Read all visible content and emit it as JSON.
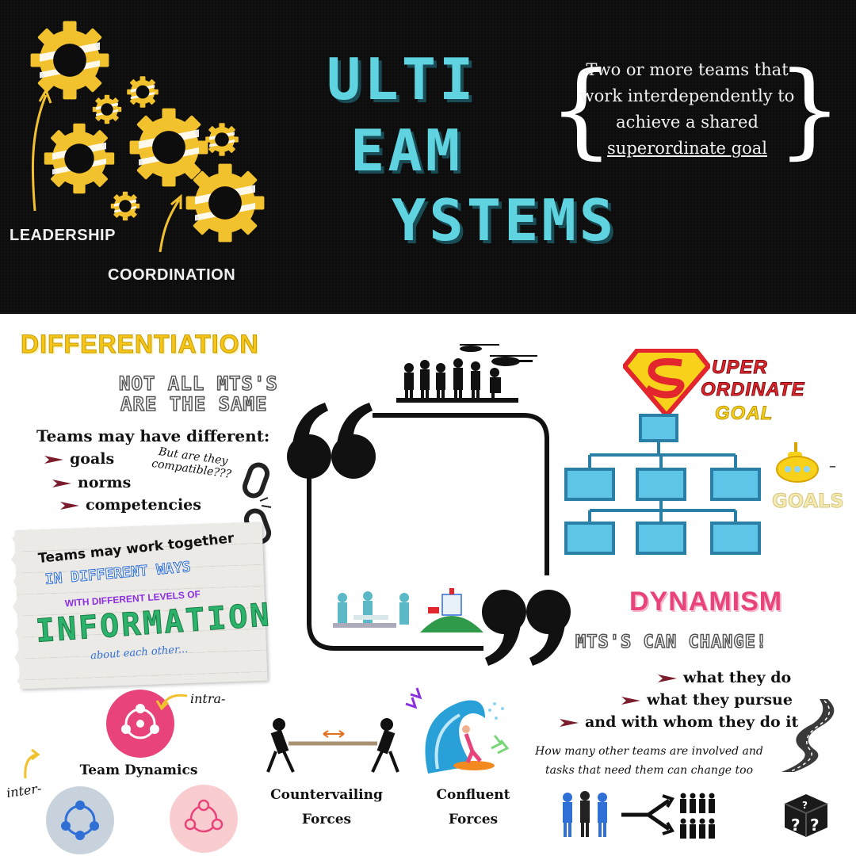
{
  "header": {
    "title_lines": [
      "ULTI",
      "EAM",
      "YSTEMS"
    ],
    "definition_line1": "Two or more teams that",
    "definition_line2": "work interdependently to",
    "definition_line3": "achieve a shared",
    "definition_goal": "superordinate goal",
    "leadership_label": "LEADERSHIP",
    "coordination_label": "COORDINATION"
  },
  "differentiation": {
    "title": "DIFFERENTIATION",
    "subtitle_line1": "NOT ALL MTS'S",
    "subtitle_line2": "ARE THE SAME",
    "lead": "Teams may have different:",
    "items": [
      "goals",
      "norms",
      "competencies"
    ],
    "aside_line1": "But are they",
    "aside_line2": "compatible???"
  },
  "note": {
    "line1": "Teams may work together",
    "line2": "IN DIFFERENT WAYS",
    "line3": "WITH DIFFERENT LEVELS OF",
    "line4": "INFORMATION",
    "line5": "about each other..."
  },
  "superordinate": {
    "line1": "UPER",
    "line2": "ORDINATE",
    "line3": "GOAL",
    "subgoals": "GOALS",
    "dash": "–"
  },
  "dynamism": {
    "title": "DYNAMISM",
    "subtitle": "MTS'S CAN CHANGE!",
    "items": [
      "what they do",
      "what they pursue",
      "and with whom they do it"
    ],
    "note_line1": "How many other teams are involved and",
    "note_line2": "tasks that need them can change too"
  },
  "team_dynamics": {
    "label": "Team Dynamics",
    "intra": "intra-",
    "inter": "inter-"
  },
  "forces": {
    "countervailing_line1": "Countervailing",
    "countervailing_line2": "Forces",
    "confluent_line1": "Confluent",
    "confluent_line2": "Forces"
  },
  "colors": {
    "header_bg": "#0d0d0d",
    "title_cyan": "#5fd4e0",
    "gear_yellow": "#f2c12e",
    "differentiation_yellow": "#f5c518",
    "dynamism_pink": "#e8437a",
    "org_chart_blue": "#2a7fa6",
    "superman_red": "#e3262d"
  }
}
